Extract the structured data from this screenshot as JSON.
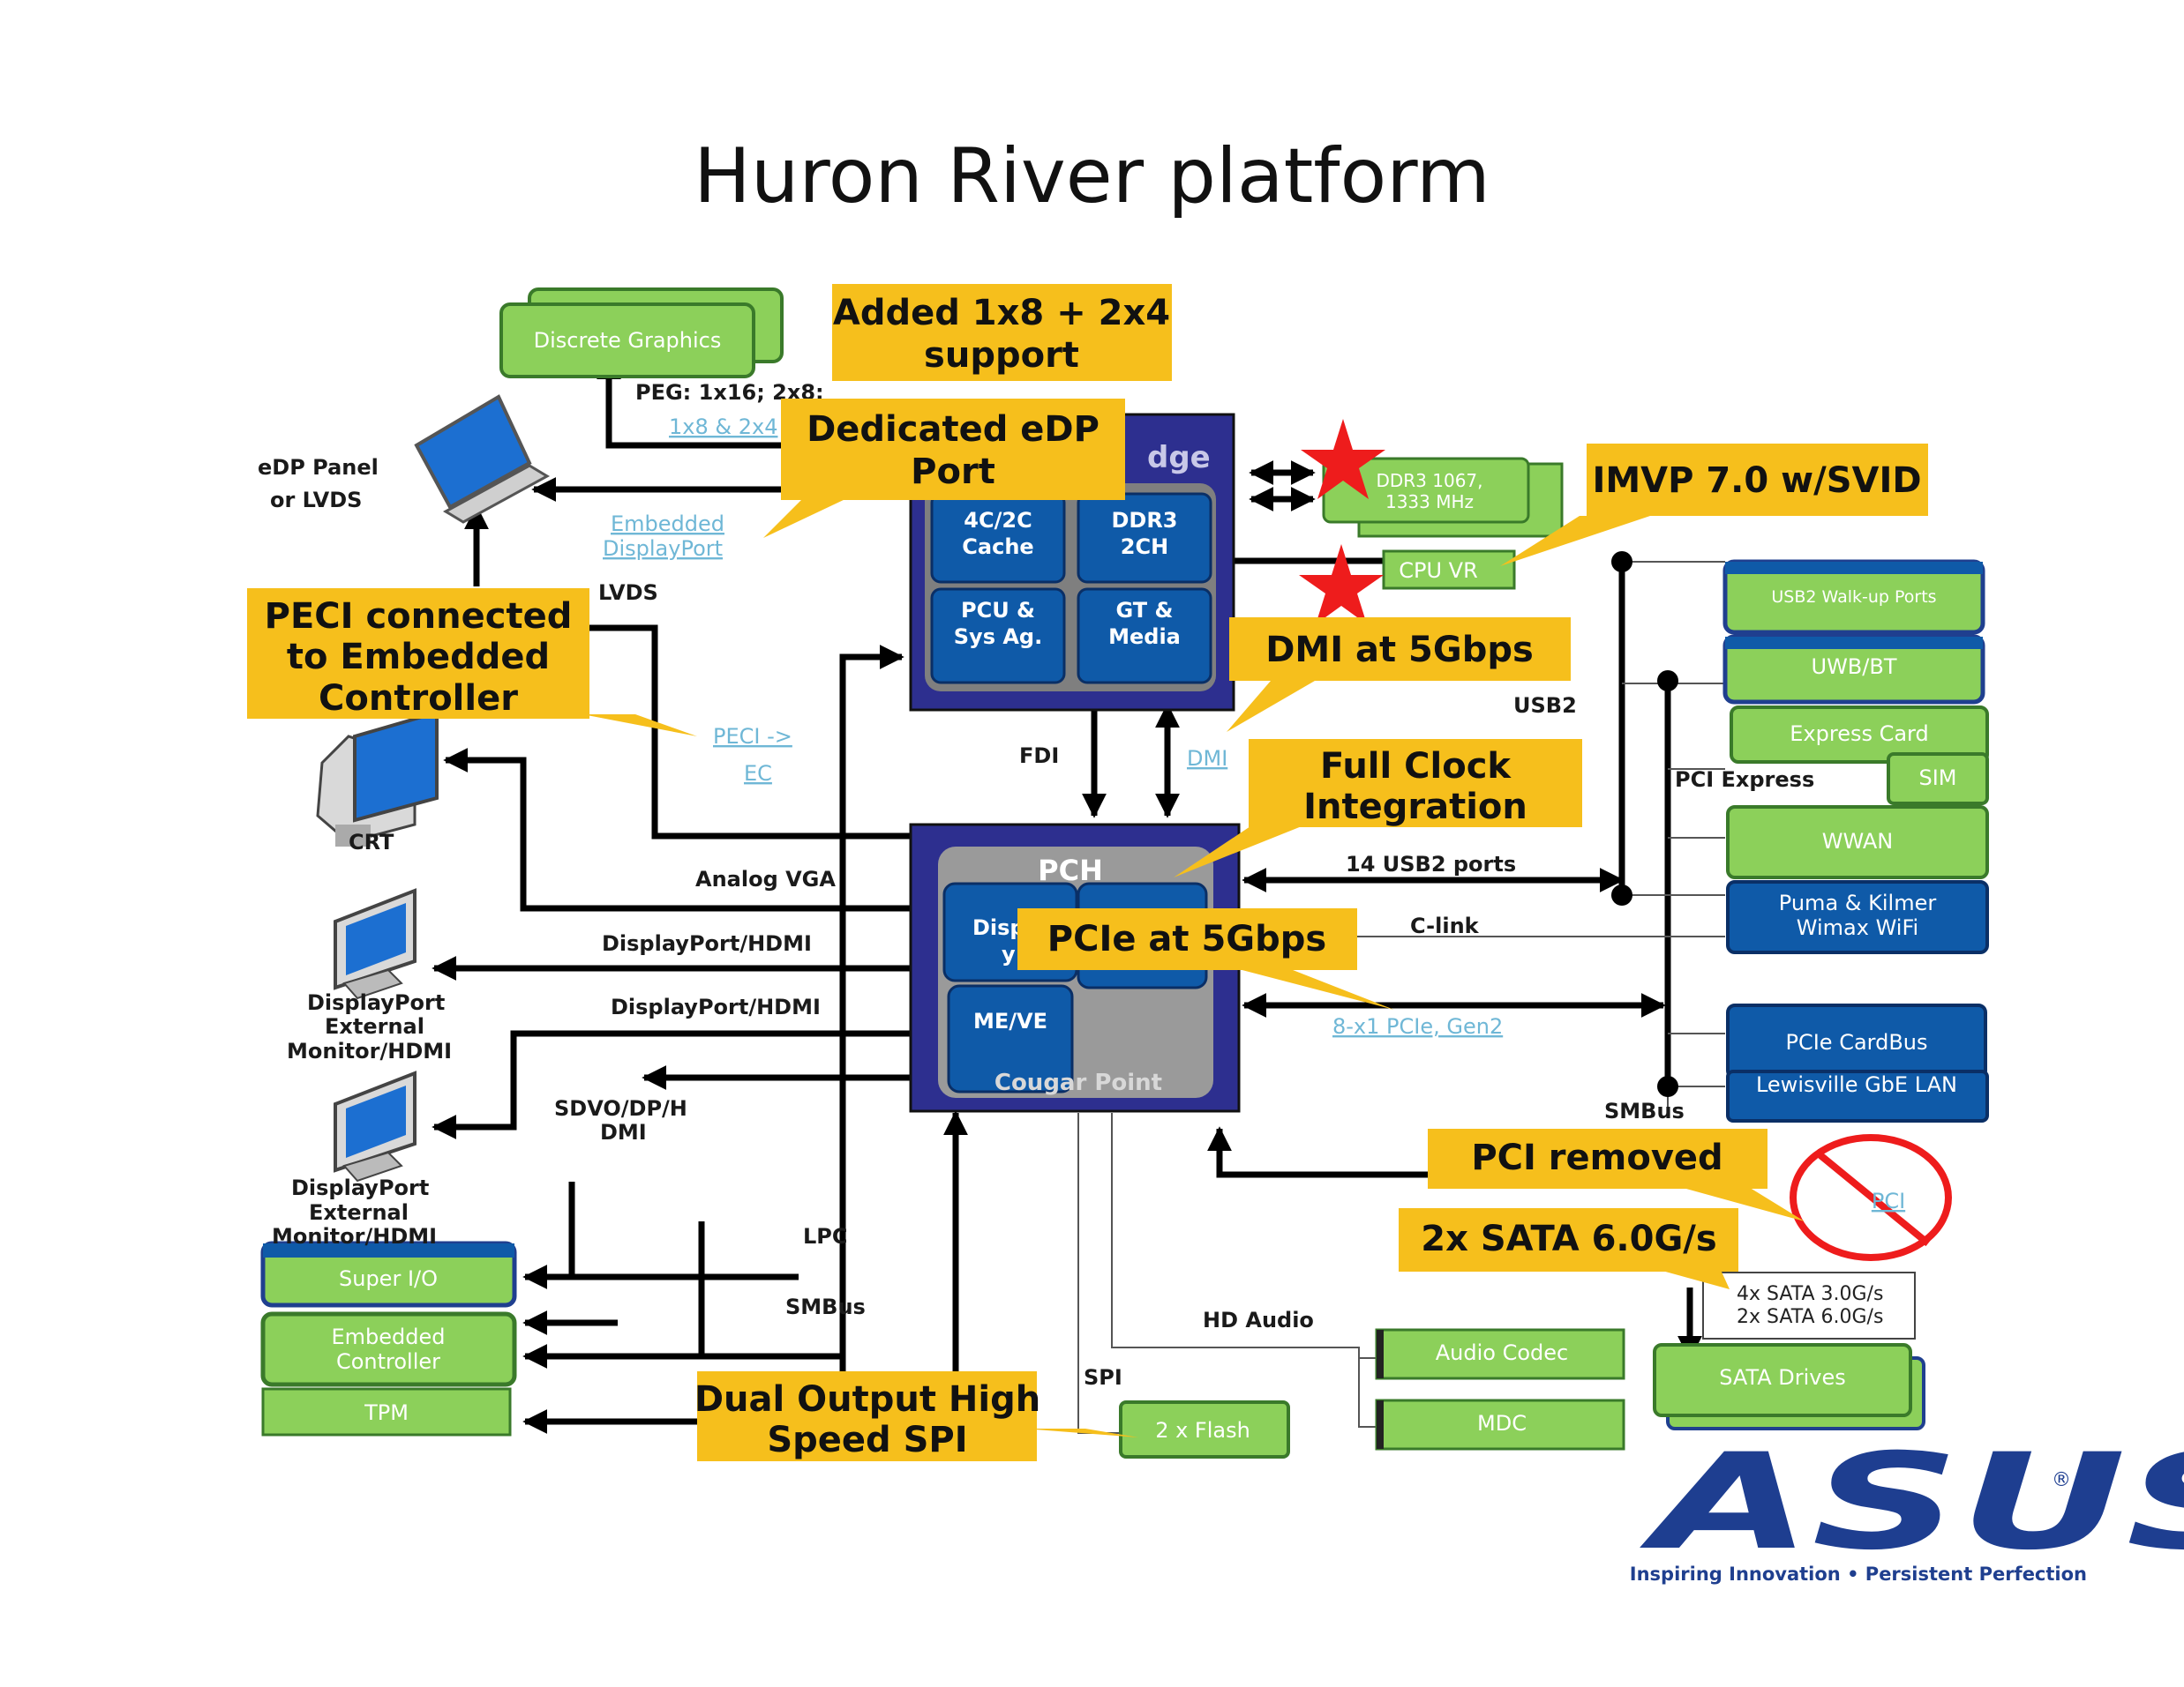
{
  "title": "Huron River platform",
  "colors": {
    "green": "#8cd05a",
    "green_border": "#3a7a2a",
    "blue_block": "#0f5aa8",
    "navy": "#2d2f8f",
    "pch_gray": "#9a9a9a",
    "callout_yellow": "#f6bf1c",
    "star_red": "#ee1c1c",
    "asus_blue": "#1e3e90"
  },
  "cpu": {
    "header_partial": "dge",
    "cells": [
      {
        "line1": "4C/2C",
        "line2": "Cache"
      },
      {
        "line1": "DDR3",
        "line2": "2CH"
      },
      {
        "line1": "PCU &",
        "line2": "Sys Ag."
      },
      {
        "line1": "GT &",
        "line2": "Media"
      }
    ]
  },
  "pch": {
    "header": "PCH",
    "disp_partial1": "Disp",
    "disp_partial2": "y",
    "me_ve": "ME/VE",
    "footer": "Cougar Point"
  },
  "green_boxes": {
    "discrete_graphics": "Discrete Graphics",
    "ddr3_line1": "DDR3 1067,",
    "ddr3_line2": "1333 MHz",
    "cpu_vr": "CPU VR",
    "usb2_walkup": "USB2 Walk-up Ports",
    "uwb_bt": "UWB/BT",
    "express_card": "Express Card",
    "sim": "SIM",
    "wwan": "WWAN",
    "super_io": "Super I/O",
    "ec_line1": "Embedded",
    "ec_line2": "Controller",
    "tpm": "TPM",
    "audio_codec": "Audio Codec",
    "mdc": "MDC",
    "flash": "2 x Flash",
    "sata_drives": "SATA Drives"
  },
  "blue_boxes": {
    "puma_line1": "Puma & Kilmer",
    "puma_line2": "Wimax WiFi",
    "pcie_cardbus": "PCIe CardBus",
    "lewisville": "Lewisville GbE LAN"
  },
  "labels": {
    "peg_line1": "PEG: 1x16; 2x8;",
    "edp_panel_line1": "eDP Panel",
    "edp_panel_line2": "or LVDS",
    "lvds": "LVDS",
    "crt": "CRT",
    "dp_ext1_line1": "DisplayPort",
    "dp_ext1_line2": "External",
    "dp_ext1_line3": "Monitor/HDMI",
    "dp_ext2_line1": "DisplayPort",
    "dp_ext2_line2": "External",
    "dp_ext2_line3": "Monitor/HDMI",
    "fdi": "FDI",
    "usb2": "USB2",
    "pci_express": "PCI Express",
    "usb2_ports": "14 USB2 ports",
    "clink": "C-link",
    "analog_vga": "Analog VGA",
    "dp_hdmi_1": "DisplayPort/HDMI",
    "dp_hdmi_2": "DisplayPort/HDMI",
    "sdvo_line1": "SDVO/DP/H",
    "sdvo_line2": "DMI",
    "smbus_right": "SMBus",
    "lpc": "LPC",
    "smbus_left": "SMBus",
    "hd_audio": "HD Audio",
    "spi": "SPI"
  },
  "links": {
    "peg_line2": "1x8 & 2x4",
    "embedded_dp_line1": "Embedded",
    "embedded_dp_line2": "DisplayPort",
    "peci_line1": "PECI ->",
    "peci_line2": "EC",
    "dmi": "DMI",
    "pcie_gen2": "8-x1 PCIe, Gen2",
    "pci": "PCI"
  },
  "sata_note": {
    "line1": "4x SATA 3.0G/s",
    "line2": "2x SATA 6.0G/s"
  },
  "callouts": {
    "added_line1": "Added 1x8 + 2x4",
    "added_line2": "support",
    "edp_line1": "Dedicated eDP",
    "edp_line2": "Port",
    "imvp": "IMVP 7.0 w/SVID",
    "peci_line1": "PECI connected",
    "peci_line2": "to Embedded",
    "peci_line3": "Controller",
    "dmi": "DMI at 5Gbps",
    "clock_line1": "Full Clock",
    "clock_line2": "Integration",
    "pcie": "PCIe at 5Gbps",
    "pci_removed": "PCI removed",
    "sata": "2x SATA 6.0G/s",
    "spi_line1": "Dual Output High",
    "spi_line2": "Speed SPI"
  },
  "asus": {
    "wordmark": "ASUS",
    "registered": "®",
    "tagline": "Inspiring Innovation • Persistent Perfection"
  }
}
